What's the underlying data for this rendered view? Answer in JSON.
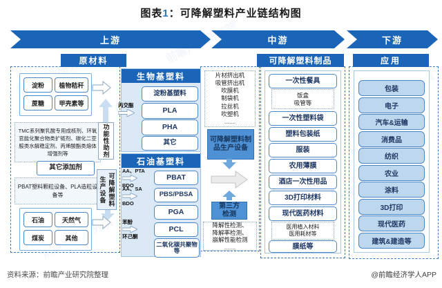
{
  "title": {
    "part1": "图表",
    "num": "1",
    "part2": "：可降解塑料产业链结构图"
  },
  "stages": [
    "上游",
    "中游",
    "下游"
  ],
  "upstream": {
    "header": "原材料",
    "bio_feed": [
      "淀粉",
      "植物秸秆",
      "蔗糖",
      "甲壳素等"
    ],
    "additives_note": "TMC系列聚乳酸专用成核剂、环氧官能化聚合物类扩链剂、碳化二亚胺类水解稳定剂、丙烯酸酯类熔体增强剂等",
    "functional_additives": "功能性助剂",
    "other_additives": "其它添加剂",
    "equipment_note": "PBAT塑料颗粒设备、PLA造粒设备等",
    "production_equipment": "可降解塑料生产设备",
    "fossil_feed": [
      "石油",
      "天然气",
      "煤炭",
      "其他"
    ]
  },
  "bio": {
    "header": "生物基塑料",
    "precursor": "丙交酯",
    "items": [
      "淀粉基塑料",
      "PLA",
      "PHA",
      "其它"
    ]
  },
  "petro": {
    "header": "石油基塑料",
    "items": [
      "PBAT",
      "PBS/PBSA",
      "PGA",
      "PCL",
      "二氧化碳共聚物等"
    ],
    "precursors": [
      {
        "top": "AA、PTA",
        "bottom": "BDO"
      },
      {
        "top": "AA、SA",
        "bottom": "BDO"
      },
      {
        "top": "苯酚",
        "bottom": "环己酮"
      }
    ]
  },
  "midstream": {
    "header": "可降解塑料制品",
    "machines": [
      "片材挤出机",
      "吸管挤出机",
      "吹膜机",
      "制袋机",
      "拉丝机",
      "吹塑机",
      "……"
    ],
    "equipment_box": "可降解塑料制品生产设备",
    "third_party": "第三方检测",
    "testing": [
      "降解性检测、",
      "降解率检测、",
      "崩解性能检测",
      "……"
    ]
  },
  "products": {
    "groups": [
      {
        "main": "一次性餐具",
        "sub": [
          "饭盒",
          "吸管等"
        ]
      },
      {
        "main": "一次性塑料袋"
      },
      {
        "main": "塑料包装纸"
      },
      {
        "main": "服装"
      },
      {
        "main": "农用薄膜"
      },
      {
        "main": "酒店一次性用品"
      },
      {
        "main": "3D打印材料"
      },
      {
        "main": "现代医药材料",
        "sub": [
          "医用植入材料",
          "医用耗材等"
        ]
      },
      {
        "main": "膜纸等"
      }
    ]
  },
  "downstream": {
    "header": "应用",
    "items": [
      "包装",
      "电子",
      "汽车&运输",
      "消费品",
      "纺织",
      "农业",
      "涂料",
      "3D打印",
      "现代医药",
      "建筑&建造等"
    ]
  },
  "watermark": {
    "text": "前瞻产业研究院"
  },
  "footer": {
    "source": "资料来源：前瞻产业研究院整理",
    "credit": "@前瞻经济学人APP"
  },
  "colors": {
    "primary_blue": "#1b65b8",
    "panel_blue": "#dbe8f5",
    "app_item_fill": "#bdd7ee",
    "box_border": "#4a86c5",
    "mid_box_fill": "#4e91d5"
  }
}
